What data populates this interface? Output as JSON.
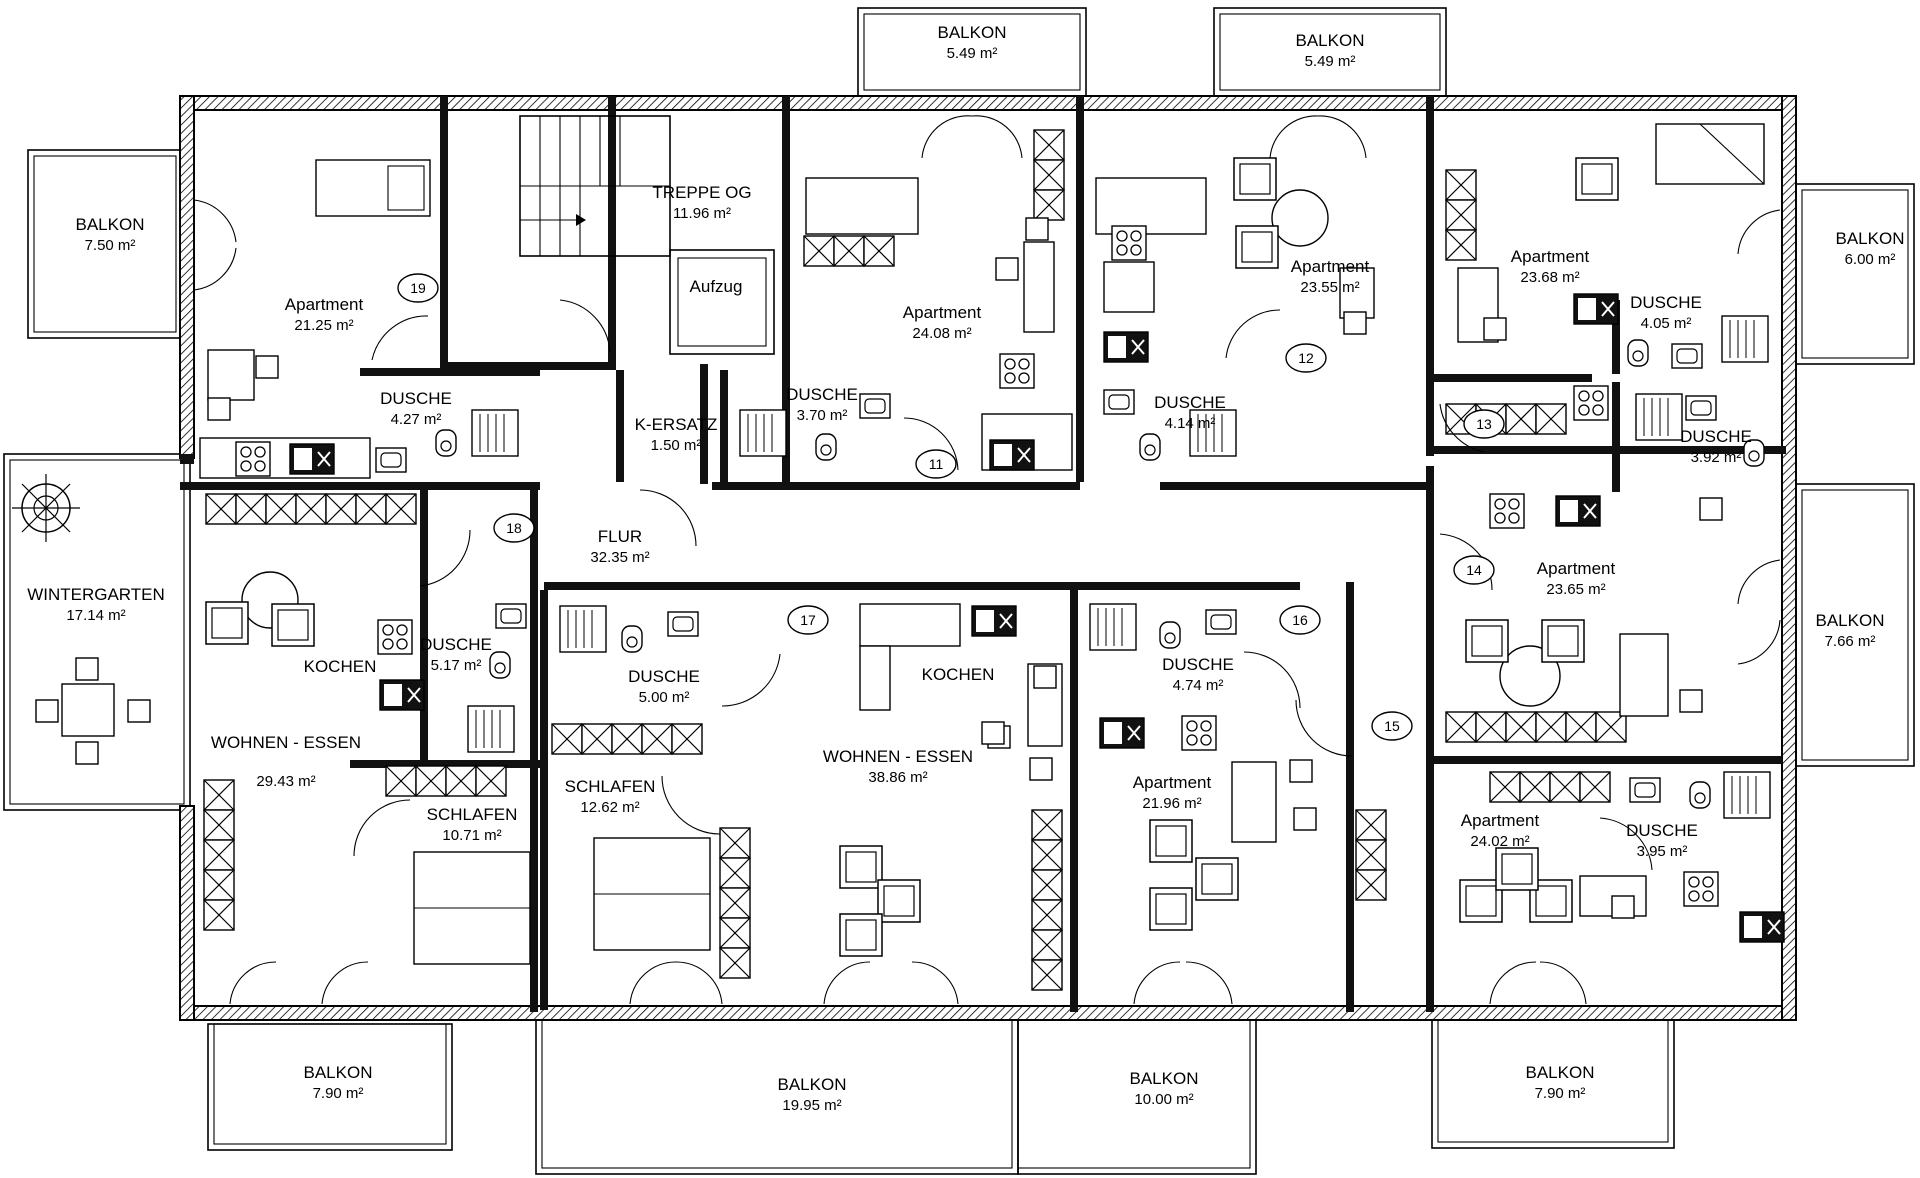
{
  "rooms": [
    {
      "id": "balkon-top-1",
      "label": "BALKON",
      "area": "5.49 m²"
    },
    {
      "id": "balkon-top-2",
      "label": "BALKON",
      "area": "5.49 m²"
    },
    {
      "id": "balkon-left",
      "label": "BALKON",
      "area": "7.50 m²"
    },
    {
      "id": "balkon-right-top",
      "label": "BALKON",
      "area": "6.00 m²"
    },
    {
      "id": "balkon-right-mid",
      "label": "BALKON",
      "area": "7.66 m²"
    },
    {
      "id": "balkon-bottom-1",
      "label": "BALKON",
      "area": "7.90 m²"
    },
    {
      "id": "balkon-bottom-2",
      "label": "BALKON",
      "area": "19.95 m²"
    },
    {
      "id": "balkon-bottom-3",
      "label": "BALKON",
      "area": "10.00 m²"
    },
    {
      "id": "balkon-bottom-4",
      "label": "BALKON",
      "area": "7.90 m²"
    },
    {
      "id": "treppe",
      "label": "TREPPE OG",
      "area": "11.96 m²"
    },
    {
      "id": "aufzug",
      "label": "Aufzug",
      "area": ""
    },
    {
      "id": "apartment-19",
      "label": "Apartment",
      "area": "21.25 m²"
    },
    {
      "id": "apartment-11",
      "label": "Apartment",
      "area": "24.08 m²"
    },
    {
      "id": "apartment-12",
      "label": "Apartment",
      "area": "23.55 m²"
    },
    {
      "id": "apartment-13",
      "label": "Apartment",
      "area": "23.68 m²"
    },
    {
      "id": "apartment-14",
      "label": "Apartment",
      "area": "23.65 m²"
    },
    {
      "id": "apartment-16",
      "label": "Apartment",
      "area": "21.96 m²"
    },
    {
      "id": "apartment-15",
      "label": "Apartment",
      "area": "24.02 m²"
    },
    {
      "id": "dusche-19",
      "label": "DUSCHE",
      "area": "4.27 m²"
    },
    {
      "id": "dusche-11",
      "label": "DUSCHE",
      "area": "3.70 m²"
    },
    {
      "id": "dusche-12",
      "label": "DUSCHE",
      "area": "4.14 m²"
    },
    {
      "id": "dusche-13",
      "label": "DUSCHE",
      "area": "4.05 m²"
    },
    {
      "id": "dusche-14",
      "label": "DUSCHE",
      "area": "3.92 m²"
    },
    {
      "id": "dusche-18",
      "label": "DUSCHE",
      "area": "5.17 m²"
    },
    {
      "id": "dusche-17",
      "label": "DUSCHE",
      "area": "5.00 m²"
    },
    {
      "id": "dusche-16",
      "label": "DUSCHE",
      "area": "4.74 m²"
    },
    {
      "id": "dusche-15",
      "label": "DUSCHE",
      "area": "3.95 m²"
    },
    {
      "id": "k-ersatz",
      "label": "K-ERSATZ",
      "area": "1.50 m²"
    },
    {
      "id": "flur",
      "label": "FLUR",
      "area": "32.35 m²"
    },
    {
      "id": "wintergarten",
      "label": "WINTERGARTEN",
      "area": "17.14 m²"
    },
    {
      "id": "kochen-18",
      "label": "KOCHEN",
      "area": ""
    },
    {
      "id": "wohnen-18",
      "label": "WOHNEN - ESSEN",
      "area": "29.43 m²"
    },
    {
      "id": "schlafen-18",
      "label": "SCHLAFEN",
      "area": "10.71 m²"
    },
    {
      "id": "schlafen-17",
      "label": "SCHLAFEN",
      "area": "12.62 m²"
    },
    {
      "id": "kochen-17",
      "label": "KOCHEN",
      "area": ""
    },
    {
      "id": "wohnen-17",
      "label": "WOHNEN - ESSEN",
      "area": "38.86 m²"
    }
  ],
  "unit_numbers": [
    "19",
    "18",
    "11",
    "12",
    "13",
    "14",
    "17",
    "16",
    "15"
  ]
}
